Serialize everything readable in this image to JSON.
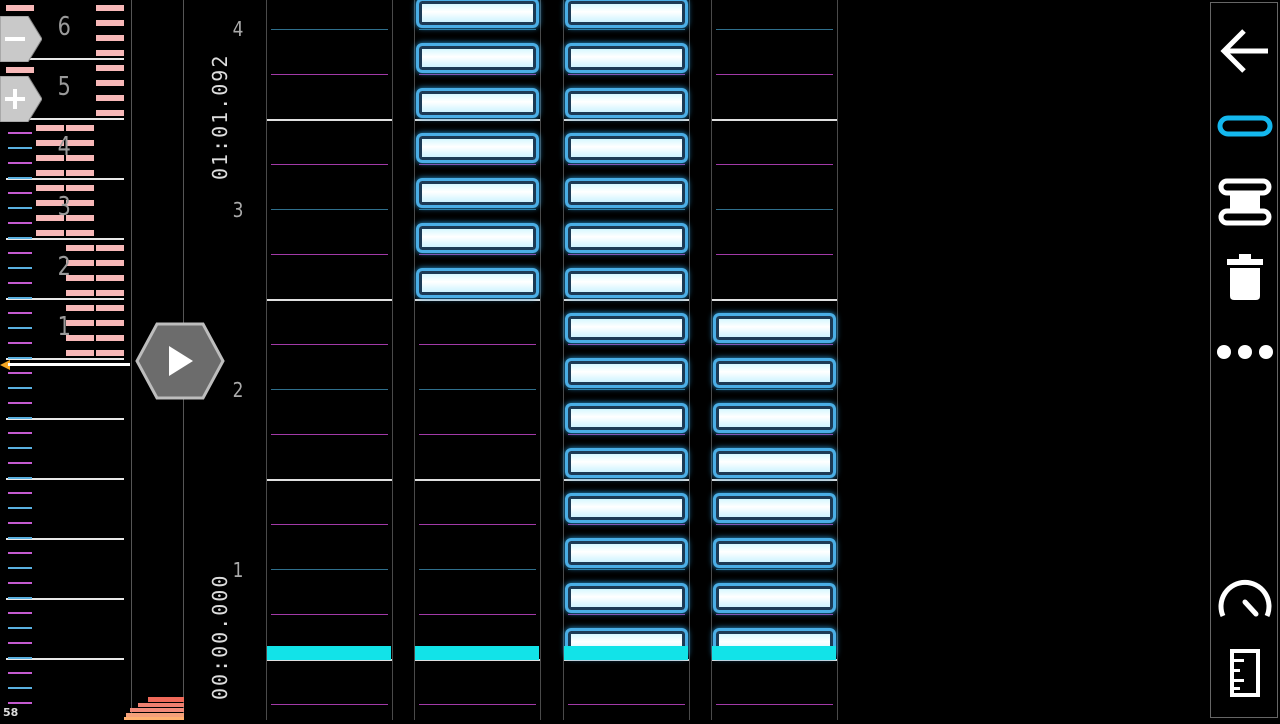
{
  "time": {
    "current": "01:01.092",
    "start": "00:00.000"
  },
  "fps": "58",
  "minimap": {
    "measures": [
      "6",
      "5",
      "4",
      "3",
      "2",
      "1"
    ]
  },
  "beats": [
    "4",
    "3",
    "2",
    "1"
  ],
  "colors": {
    "accent": "#12e3e8",
    "note_border": "#4aaee6",
    "subdiv_pink": "#a23aa8",
    "subdiv_blue": "#2f6f8c",
    "minimap_note": "#f7b8b8"
  },
  "icons": {
    "back": "arrow-left-icon",
    "tap_note": "tap-note-icon",
    "hold_note": "hold-note-icon",
    "delete": "trash-icon",
    "more": "more-dots-icon",
    "speed": "speedometer-icon",
    "ruler": "ruler-icon",
    "zoom_out": "minus-icon",
    "zoom_in": "plus-icon",
    "play": "play-icon"
  }
}
